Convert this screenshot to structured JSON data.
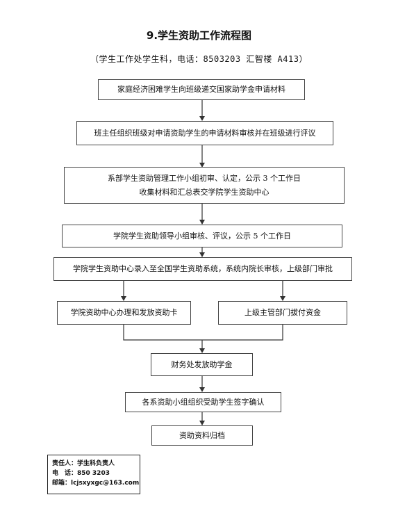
{
  "title": "9.学生资助工作流程图",
  "subtitle": "（学生工作处学生科，电话：8503203 汇智楼 A413）",
  "steps": {
    "s1": "家庭经济困难学生向班级递交国家助学金申请材料",
    "s2": "班主任组织班级对申请资助学生的申请材料审核并在班级进行评议",
    "s3_line1": "系部学生资助管理工作小组初审、认定，公示 3 个工作日",
    "s3_line2": "收集材料和汇总表交学院学生资助中心",
    "s4": "学院学生资助领导小组审核、评议，公示 5 个工作日",
    "s5": "学院学生资助中心录入至全国学生资助系统，系统内院长审核，上级部门审批",
    "s6a": "学院资助中心办理和发放资助卡",
    "s6b": "上级主管部门拔付资金",
    "s7": "财务处发放助学金",
    "s8": "各系资助小组组织受助学生签字确认",
    "s9": "资助资料归档"
  },
  "contact": {
    "responsible": "责任人：学生科负责人",
    "phone": "电　话：850 3203",
    "email": "邮箱：lcjsxyxgc@163.com"
  }
}
